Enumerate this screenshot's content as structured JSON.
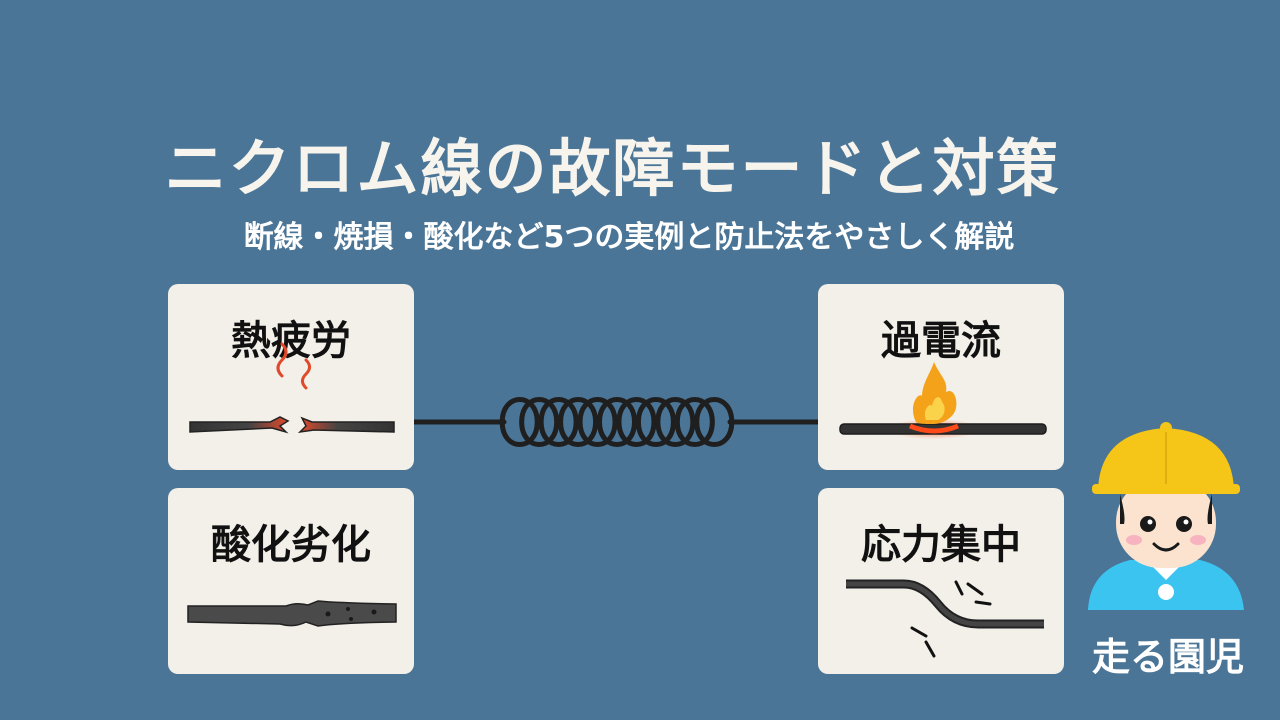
{
  "title": "ニクロム線の故障モードと対策",
  "subtitle": "断線・焼損・酸化など5つの実例と防止法をやさしく解説",
  "cards": [
    {
      "label": "熱疲労",
      "icon": "broken-wire-heat-icon"
    },
    {
      "label": "過電流",
      "icon": "burning-wire-icon"
    },
    {
      "label": "酸化劣化",
      "icon": "corroded-wire-icon"
    },
    {
      "label": "応力集中",
      "icon": "bent-wire-crack-icon"
    }
  ],
  "mascot": {
    "name": "走る園児",
    "helmet_color": "#f5c518",
    "shirt_color": "#3cc4f0"
  },
  "colors": {
    "background": "#4b7596",
    "card": "#f3efe9",
    "wire": "#2a2a2a",
    "heat": "#e8452a",
    "flame": "#f5a21b"
  }
}
